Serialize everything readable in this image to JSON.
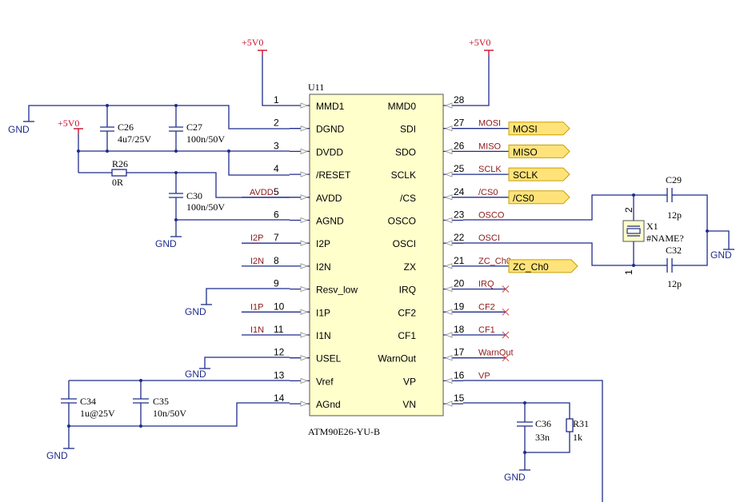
{
  "ic": {
    "ref": "U11",
    "part": "ATM90E26-YU-B",
    "left_pins": [
      {
        "num": "1",
        "name": "MMD1",
        "net": ""
      },
      {
        "num": "2",
        "name": "DGND",
        "net": ""
      },
      {
        "num": "3",
        "name": "DVDD",
        "net": ""
      },
      {
        "num": "4",
        "name": "/RESET",
        "net": ""
      },
      {
        "num": "5",
        "name": "AVDD",
        "net": "AVDD"
      },
      {
        "num": "6",
        "name": "AGND",
        "net": ""
      },
      {
        "num": "7",
        "name": "I2P",
        "net": "I2P"
      },
      {
        "num": "8",
        "name": "I2N",
        "net": "I2N"
      },
      {
        "num": "9",
        "name": "Resv_low",
        "net": ""
      },
      {
        "num": "10",
        "name": "I1P",
        "net": "I1P"
      },
      {
        "num": "11",
        "name": "I1N",
        "net": "I1N"
      },
      {
        "num": "12",
        "name": "USEL",
        "net": ""
      },
      {
        "num": "13",
        "name": "Vref",
        "net": ""
      },
      {
        "num": "14",
        "name": "AGnd",
        "net": ""
      }
    ],
    "right_pins": [
      {
        "num": "28",
        "name": "MMD0",
        "net": ""
      },
      {
        "num": "27",
        "name": "SDI",
        "net": "MOSI"
      },
      {
        "num": "26",
        "name": "SDO",
        "net": "MISO"
      },
      {
        "num": "25",
        "name": "SCLK",
        "net": "SCLK"
      },
      {
        "num": "24",
        "name": "/CS",
        "net": "/CS0"
      },
      {
        "num": "23",
        "name": "OSCO",
        "net": "OSCO"
      },
      {
        "num": "22",
        "name": "OSCI",
        "net": "OSCI"
      },
      {
        "num": "21",
        "name": "ZX",
        "net": "ZC_Ch0"
      },
      {
        "num": "20",
        "name": "IRQ",
        "net": "IRQ"
      },
      {
        "num": "19",
        "name": "CF2",
        "net": "CF2"
      },
      {
        "num": "18",
        "name": "CF1",
        "net": "CF1"
      },
      {
        "num": "17",
        "name": "WarnOut",
        "net": "WarnOut"
      },
      {
        "num": "16",
        "name": "VP",
        "net": "VP"
      },
      {
        "num": "15",
        "name": "VN",
        "net": ""
      }
    ]
  },
  "ports": [
    "MOSI",
    "MISO",
    "SCLK",
    "/CS0",
    "ZC_Ch0"
  ],
  "power": {
    "vcc": "+5V0",
    "gnd": "GND"
  },
  "components": {
    "c26": {
      "ref": "C26",
      "value": "4u7/25V"
    },
    "c27": {
      "ref": "C27",
      "value": "100n/50V"
    },
    "r26": {
      "ref": "R26",
      "value": "0R"
    },
    "c30": {
      "ref": "C30",
      "value": "100n/50V"
    },
    "c29": {
      "ref": "C29",
      "value": "12p"
    },
    "c32": {
      "ref": "C32",
      "value": "12p"
    },
    "x1": {
      "ref": "X1",
      "value": "#NAME?",
      "pin_top": "2",
      "pin_bottom": "1"
    },
    "c34": {
      "ref": "C34",
      "value": "1u@25V"
    },
    "c35": {
      "ref": "C35",
      "value": "10n/50V"
    },
    "c36": {
      "ref": "C36",
      "value": "33n"
    },
    "r31": {
      "ref": "R31",
      "value": "1k"
    }
  }
}
